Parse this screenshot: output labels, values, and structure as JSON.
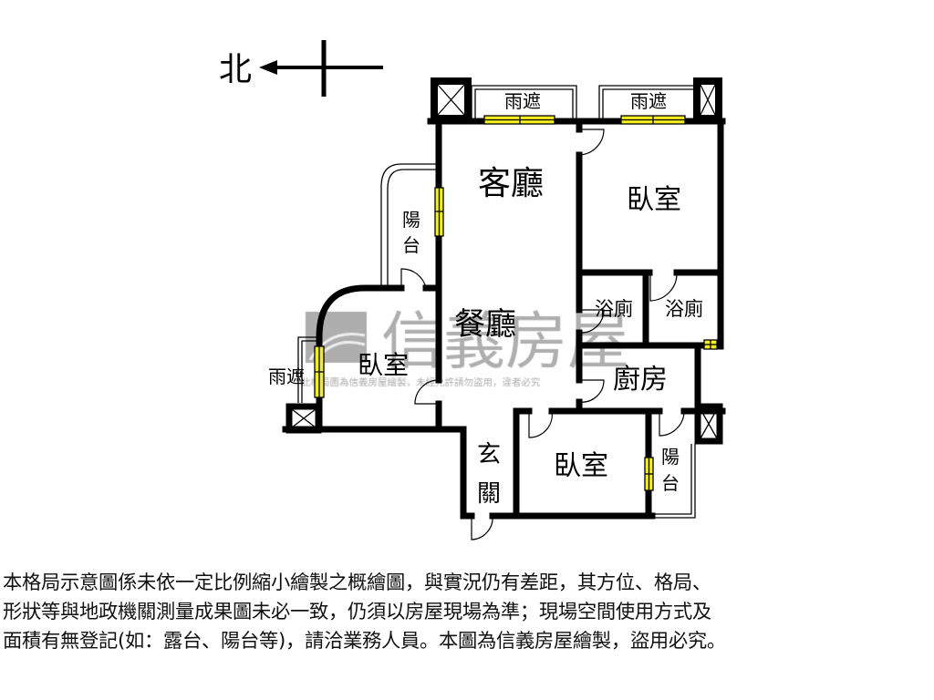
{
  "compass": {
    "north_label": "北"
  },
  "rooms": {
    "living_room": "客廳",
    "dining_room": "餐廳",
    "bedroom_ne": "臥室",
    "bedroom_w": "臥室",
    "bedroom_s": "臥室",
    "bathroom_1": "浴廁",
    "bathroom_2": "浴廁",
    "kitchen": "廚房",
    "entrance": [
      "玄",
      "關"
    ],
    "balcony_w": [
      "陽",
      "台"
    ],
    "balcony_se": [
      "陽",
      "台"
    ],
    "canopy_n1": "雨遮",
    "canopy_n2": "雨遮",
    "canopy_w": "雨遮"
  },
  "watermark": {
    "brand": "信義房屋",
    "notice": "此格局圖為信義房屋繪製，未經允許請勿盜用，違者必究"
  },
  "colors": {
    "wall": "#000000",
    "window": "#f2ee20",
    "watermark": "#9a9a9a"
  },
  "disclaimer": [
    "本格局示意圖係未依一定比例縮小繪製之概繪圖，與實況仍有差距，其方位、格局、",
    "形狀等與地政機關測量成果圖未必一致，仍須以房屋現場為準；現場空間使用方式及",
    "面積有無登記(如：露台、陽台等)，請洽業務人員。本圖為信義房屋繪製，盜用必究。"
  ]
}
